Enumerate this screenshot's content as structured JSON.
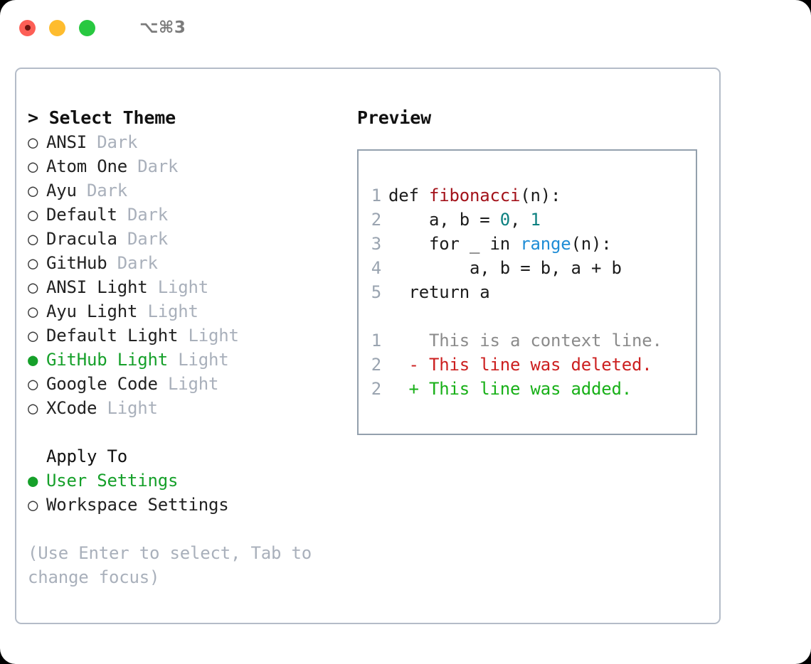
{
  "window": {
    "shortcut": "⌥⌘3",
    "traffic_lights": [
      {
        "name": "close-button",
        "color": "#fd5f56"
      },
      {
        "name": "minimize-button",
        "color": "#febc2e"
      },
      {
        "name": "maximize-button",
        "color": "#28c840"
      }
    ]
  },
  "theme_list": {
    "heading": "> Select Theme",
    "items": [
      {
        "bullet": "○",
        "name": "ANSI",
        "suffix": "Dark",
        "selected": false
      },
      {
        "bullet": "○",
        "name": "Atom One",
        "suffix": "Dark",
        "selected": false
      },
      {
        "bullet": "○",
        "name": "Ayu",
        "suffix": "Dark",
        "selected": false
      },
      {
        "bullet": "○",
        "name": "Default",
        "suffix": "Dark",
        "selected": false
      },
      {
        "bullet": "○",
        "name": "Dracula",
        "suffix": "Dark",
        "selected": false
      },
      {
        "bullet": "○",
        "name": "GitHub",
        "suffix": "Dark",
        "selected": false
      },
      {
        "bullet": "○",
        "name": "ANSI Light",
        "suffix": "Light",
        "selected": false
      },
      {
        "bullet": "○",
        "name": "Ayu Light",
        "suffix": "Light",
        "selected": false
      },
      {
        "bullet": "○",
        "name": "Default Light",
        "suffix": "Light",
        "selected": false
      },
      {
        "bullet": "●",
        "name": "GitHub Light",
        "suffix": "Light",
        "selected": true
      },
      {
        "bullet": "○",
        "name": "Google Code",
        "suffix": "Light",
        "selected": false
      },
      {
        "bullet": "○",
        "name": "XCode",
        "suffix": "Light",
        "selected": false
      }
    ]
  },
  "apply_to": {
    "title": "Apply To",
    "items": [
      {
        "bullet": "●",
        "name": "User Settings",
        "selected": true
      },
      {
        "bullet": "○",
        "name": "Workspace Settings",
        "selected": false
      }
    ]
  },
  "hint": "(Use Enter to select, Tab to change focus)",
  "preview": {
    "title": "Preview",
    "code_lines": [
      {
        "no": "1",
        "segments": [
          {
            "text": "def ",
            "kind": "plain"
          },
          {
            "text": "fibonacci",
            "kind": "fn"
          },
          {
            "text": "(n):",
            "kind": "plain"
          }
        ]
      },
      {
        "no": "2",
        "segments": [
          {
            "text": "    a, b = ",
            "kind": "plain"
          },
          {
            "text": "0",
            "kind": "num"
          },
          {
            "text": ", ",
            "kind": "plain"
          },
          {
            "text": "1",
            "kind": "num"
          }
        ]
      },
      {
        "no": "3",
        "segments": [
          {
            "text": "    for _ in ",
            "kind": "plain"
          },
          {
            "text": "range",
            "kind": "call"
          },
          {
            "text": "(n):",
            "kind": "plain"
          }
        ]
      },
      {
        "no": "4",
        "segments": [
          {
            "text": "        a, b = b, a + b",
            "kind": "plain"
          }
        ]
      },
      {
        "no": "5",
        "segments": [
          {
            "text": "  return a",
            "kind": "plain"
          }
        ]
      }
    ],
    "diff_lines": [
      {
        "no": "1",
        "marker": "  ",
        "text": "This is a context line.",
        "kind": "ctx"
      },
      {
        "no": "2",
        "marker": "- ",
        "text": "This line was deleted.",
        "kind": "del"
      },
      {
        "no": "2",
        "marker": "+ ",
        "text": "This line was added.",
        "kind": "add"
      }
    ]
  },
  "colors": {
    "accent_green": "#16a02a",
    "muted_gray": "#a9b0bb",
    "panel_border": "#b4bcc8",
    "preview_border": "#93a0ad",
    "fn_red": "#a3121a",
    "num_teal": "#0c8080",
    "call_blue": "#1f8dd6",
    "diff_del": "#cc1f1f",
    "diff_add": "#18b018"
  }
}
